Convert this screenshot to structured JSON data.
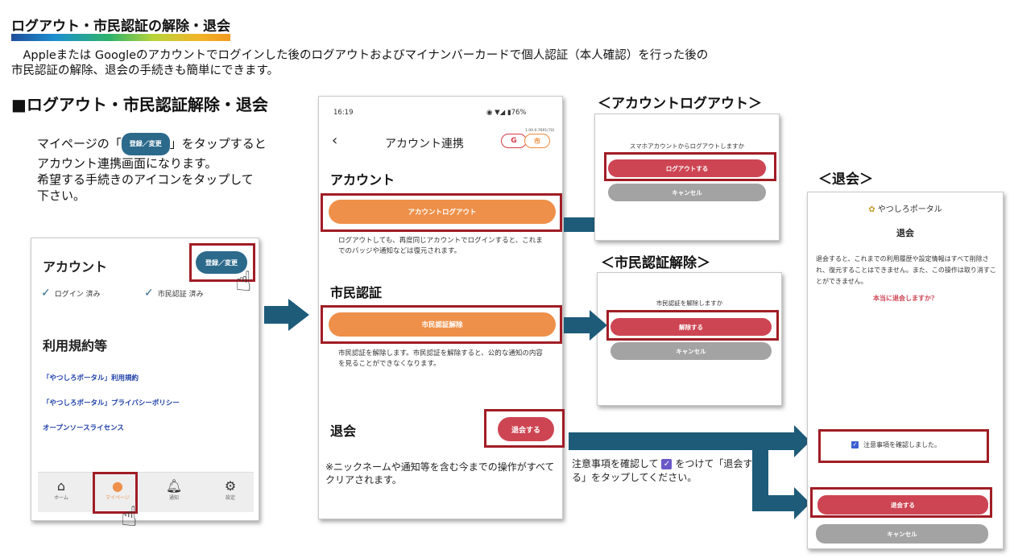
{
  "page": {
    "title": "ログアウト・市民認証の解除・退会",
    "intro": [
      "　Appleまたは Googleのアカウントでログインした後のログアウトおよびマイナンバーカードで個人認証（本人確認）を行った後の",
      "市民認証の解除、退会の手続きも簡単にできます。"
    ],
    "section_heading": "■ログアウト・市民認証解除・退会",
    "desc": {
      "prefix": "マイページの「",
      "button": "登録／変更",
      "suffix": "」をタップすると",
      "line2": "アカウント連携画面になります。",
      "line3": "希望する手続きのアイコンをタップして",
      "line4": "下さい。"
    }
  },
  "mypage": {
    "account_heading": "アカウント",
    "register_button": "登録／変更",
    "login_status": "ログイン 済み",
    "citizen_status": "市民認証 済み",
    "terms_heading": "利用規約等",
    "links": [
      "「やつしろポータル」利用規約",
      "「やつしろポータル」プライバシーポリシー",
      "オープンソースライセンス"
    ],
    "tabs": {
      "home": "ホーム",
      "mypage": "マイページ",
      "notice": "通知",
      "settings": "設定"
    }
  },
  "account_link": {
    "status_time": "16:19",
    "status_battery": "◉ ▼◢ ▮76%",
    "header": "アカウント連携",
    "version": "1.00.0.7691(70)",
    "badge_g": "G",
    "badge_city": "市",
    "account_heading": "アカウント",
    "logout_button": "アカウントログアウト",
    "logout_note": "ログアウトしても、再度同じアカウントでログインすると、これまでのバッジや通知などは復元されます。",
    "citizen_heading": "市民認証",
    "citizen_button": "市民認証解除",
    "citizen_note": "市民認証を解除します。市民認証を解除すると、公的な通知の内容を見ることができなくなります。",
    "withdraw_heading": "退会",
    "withdraw_button": "退会する",
    "withdraw_note": "※ニックネームや通知等を含む今までの操作がすべてクリアされます。"
  },
  "logout_dialog": {
    "title": "＜アカウントログアウト＞",
    "message": "スマホアカウントからログアウトしますか",
    "confirm": "ログアウトする",
    "cancel": "キャンセル"
  },
  "citizen_dialog": {
    "title": "＜市民認証解除＞",
    "message": "市民認証を解除しますか",
    "confirm": "解除する",
    "cancel": "キャンセル"
  },
  "withdraw_screen": {
    "title": "＜退会＞",
    "logo": "やつしろポータル",
    "heading": "退会",
    "body": "退会すると、これまでの利用履歴や設定情報はすべて削除され、復元することはできません。また、この操作は取り消すことができません。",
    "confirm_question": "本当に退会しますか？",
    "checkbox_label": "注意事項を確認しました。",
    "confirm": "退会する",
    "cancel": "キャンセル"
  },
  "withdraw_note": {
    "before": "注意事項を確認して",
    "after": "をつけて「退会する」をタップしてください。"
  }
}
